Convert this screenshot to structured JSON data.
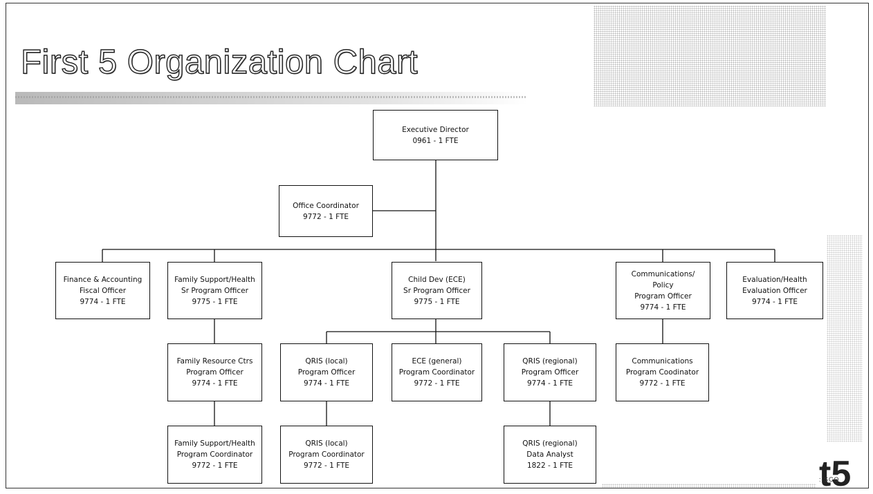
{
  "title": "First 5 Organization Chart",
  "colors": {
    "box_border": "#111111",
    "line": "#111111",
    "background": "#ffffff"
  },
  "boxes": {
    "executive_director": [
      "Executive Director",
      "0961 - 1 FTE"
    ],
    "office_coordinator": [
      "Office Coordinator",
      "9772 - 1 FTE"
    ],
    "finance": [
      "Finance & Accounting",
      "Fiscal Officer",
      "9774 - 1 FTE"
    ],
    "family_support_sr": [
      "Family Support/Health",
      "Sr Program Officer",
      "9775 - 1 FTE"
    ],
    "child_dev_sr": [
      "Child Dev (ECE)",
      "Sr Program Officer",
      "9775 - 1 FTE"
    ],
    "communications_policy": [
      "Communications/",
      "Policy",
      "Program Officer",
      "9774 - 1 FTE"
    ],
    "evaluation": [
      "Evaluation/Health",
      "Evaluation Officer",
      "9774 - 1 FTE"
    ],
    "family_resource": [
      "Family Resource Ctrs",
      "Program Officer",
      "9774 - 1 FTE"
    ],
    "qris_local_po": [
      "QRIS (local)",
      "Program Officer",
      "9774 - 1 FTE"
    ],
    "ece_general": [
      "ECE (general)",
      "Program Coordinator",
      "9772 - 1 FTE"
    ],
    "qris_regional_po": [
      "QRIS (regional)",
      "Program Officer",
      "9774 - 1 FTE"
    ],
    "communications_coord": [
      "Communications",
      "Program Coodinator",
      "9772 - 1 FTE"
    ],
    "family_support_coord": [
      "Family Support/Health",
      "Program Coordinator",
      "9772 - 1 FTE"
    ],
    "qris_local_coord": [
      "QRIS (local)",
      "Program Coordinator",
      "9772 - 1 FTE"
    ],
    "qris_regional_analyst": [
      "QRIS (regional)",
      "Data Analyst",
      "1822 - 1 FTE"
    ]
  },
  "logo": {
    "mark": "t5",
    "sub": ":ISCO"
  }
}
